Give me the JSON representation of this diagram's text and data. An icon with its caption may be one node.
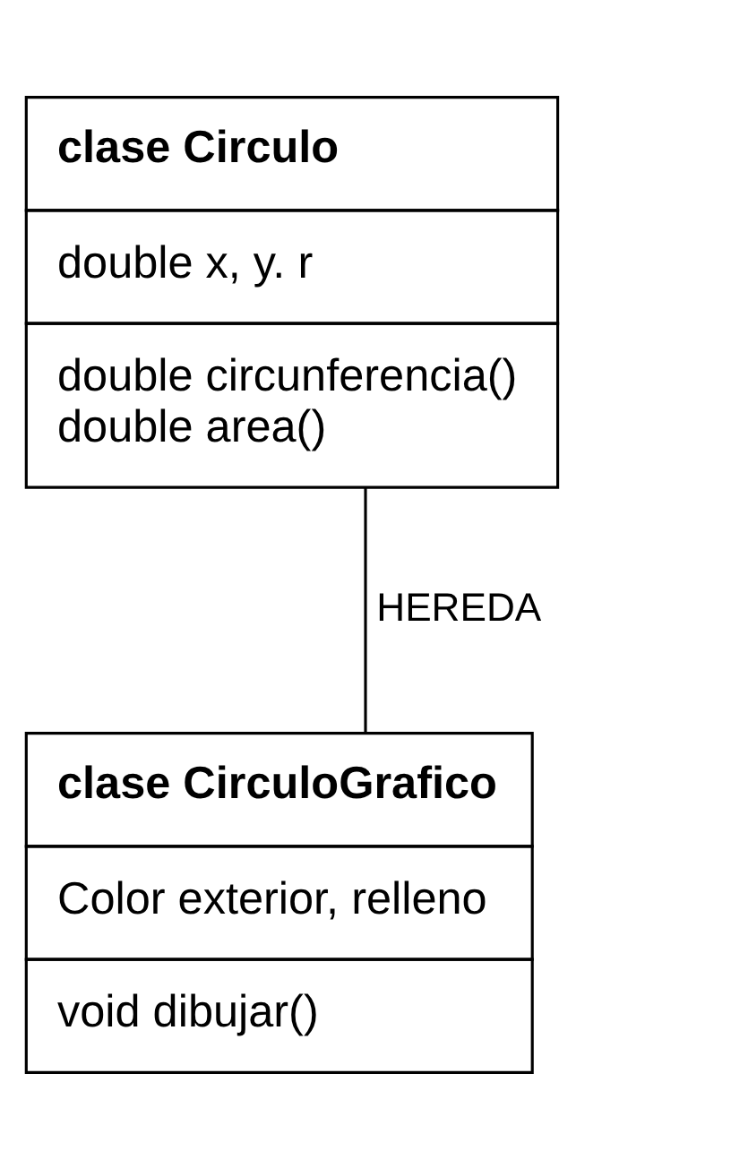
{
  "diagram": {
    "nodes": [
      {
        "text": [
          "clase Circulo",
          "double x, y. r",
          "double circunferencia()",
          "double area()"
        ]
      },
      {
        "text": [
          "clase CirculoGrafico",
          "Color exterior, relleno",
          "void dibujar()"
        ]
      }
    ],
    "edges": [
      {
        "from": 0,
        "to": 1,
        "arrow": "none",
        "label": "HEREDA"
      }
    ]
  }
}
